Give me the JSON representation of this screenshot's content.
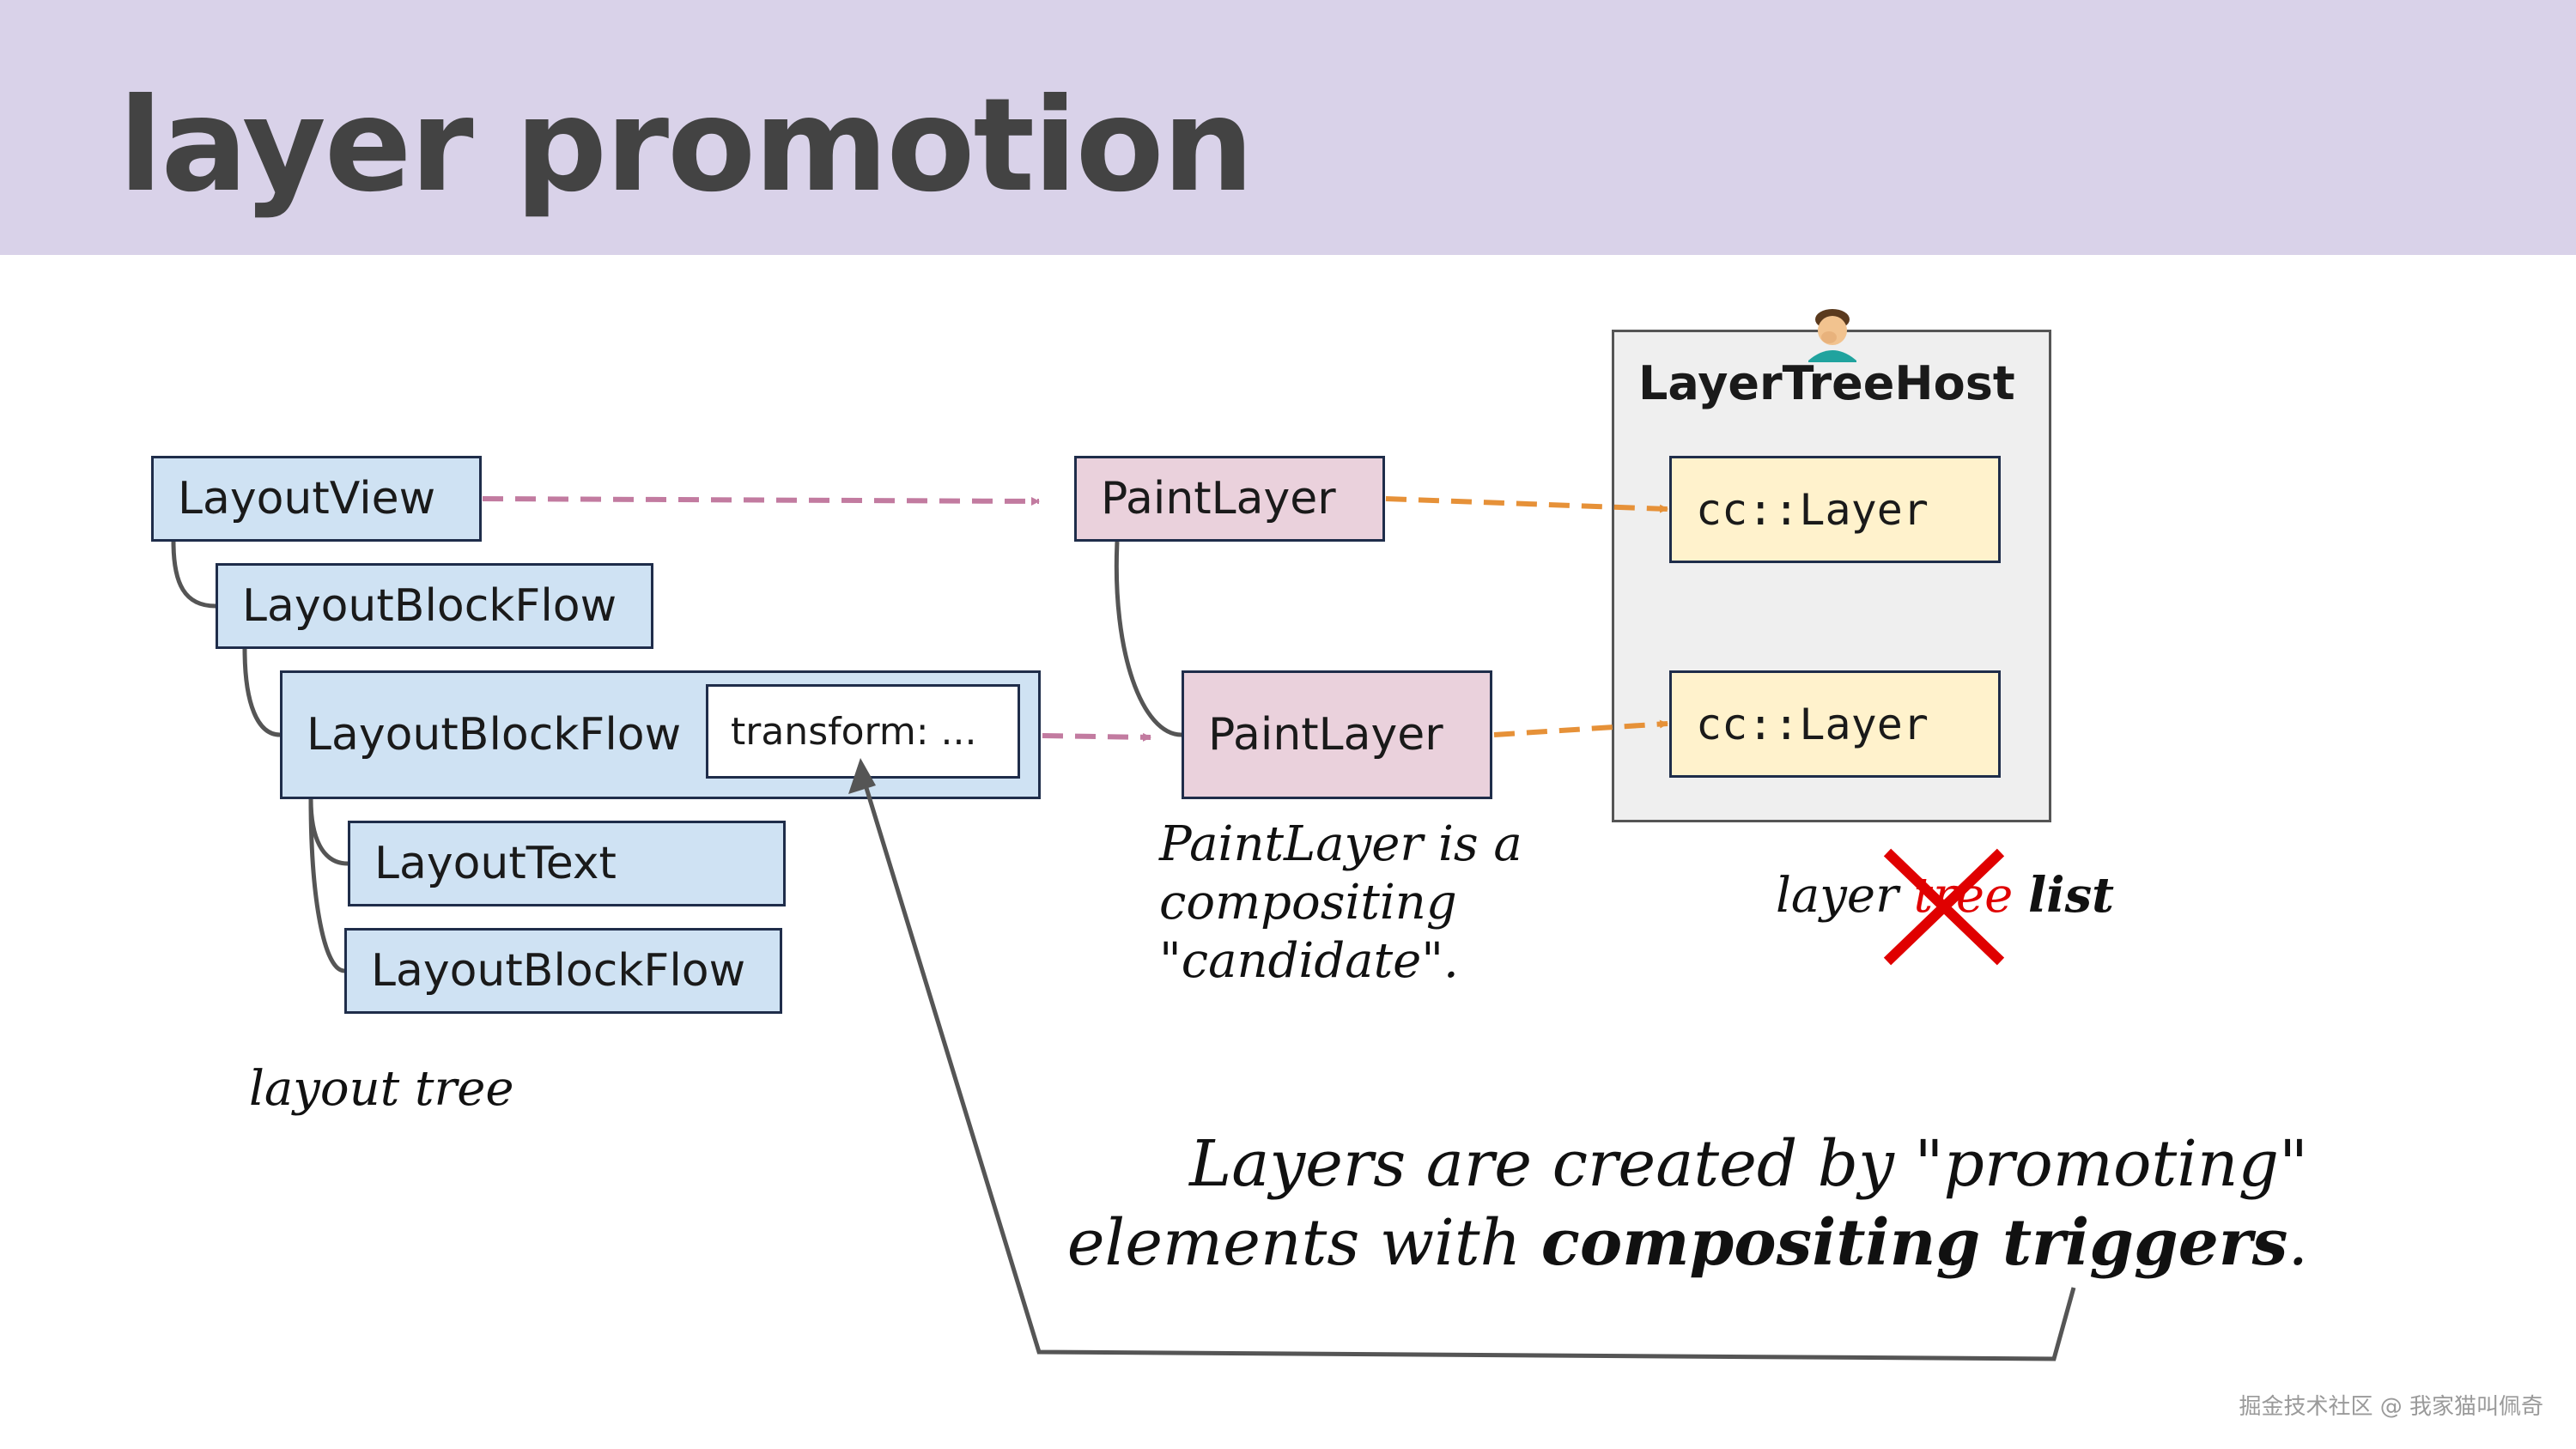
{
  "title": "layer promotion",
  "layout_tree": {
    "nodes": [
      "LayoutView",
      "LayoutBlockFlow",
      "LayoutBlockFlow",
      "LayoutText",
      "LayoutBlockFlow"
    ],
    "transform_label": "transform: ...",
    "caption": "layout tree"
  },
  "paint_layers": [
    "PaintLayer",
    "PaintLayer"
  ],
  "paint_note": [
    "PaintLayer is a",
    "compositing",
    "\"candidate\"."
  ],
  "layer_tree_host": {
    "label": "LayerTreeHost",
    "layers": [
      "cc::Layer",
      "cc::Layer"
    ]
  },
  "layer_list_note": {
    "word1": "layer",
    "struck": "tree",
    "word2": "list"
  },
  "main_note": {
    "line1": "Layers are created by \"promoting\"",
    "line2_prefix": "elements with ",
    "line2_bold": "compositing triggers",
    "line2_suffix": "."
  },
  "watermark": "掘金技术社区 @ 我家猫叫佩奇",
  "colors": {
    "header": "#d9d2e9",
    "layout_box": "#cfe2f3",
    "paint_box": "#ead1dc",
    "cc_box": "#fff2cc",
    "host_bg": "#efefef",
    "pink_arrow": "#c27ba0",
    "orange_arrow": "#e69138",
    "cross": "#e00000"
  },
  "icons": [
    "facepalm-emoji-icon",
    "red-x-icon"
  ]
}
